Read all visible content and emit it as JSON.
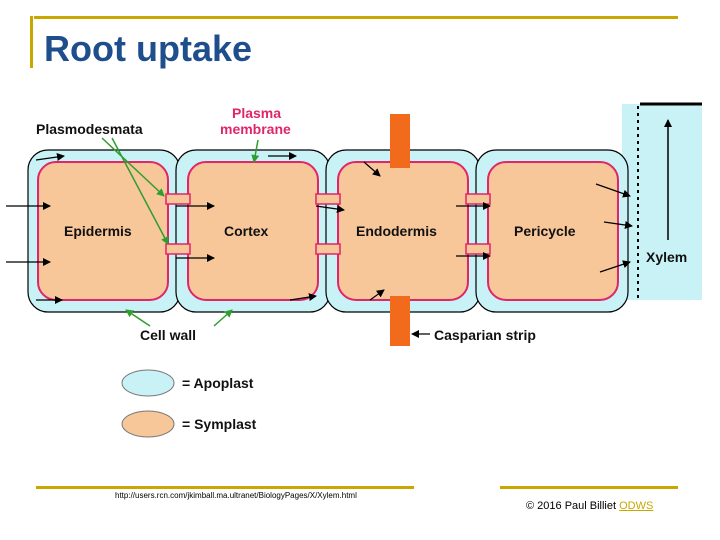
{
  "slide": {
    "title": "Root uptake",
    "source_url": "http://users.rcn.com/jkimball.ma.ultranet/BiologyPages/X/Xylem.html",
    "copyright": "© 2016 Paul Billiet ",
    "copyright_link": "ODWS"
  },
  "diagram": {
    "labels": {
      "plasmodesmata": "Plasmodesmata",
      "plasma_membrane_line1": "Plasma",
      "plasma_membrane_line2": "membrane",
      "epidermis": "Epidermis",
      "cortex": "Cortex",
      "endodermis": "Endodermis",
      "pericycle": "Pericycle",
      "xylem": "Xylem",
      "cell_wall": "Cell wall",
      "casparian_strip": "Casparian strip"
    },
    "legend": [
      {
        "label": "= Apoplast",
        "color": "#c9f2f6"
      },
      {
        "label": "= Symplast",
        "color": "#f7c79a"
      }
    ],
    "colors": {
      "apoplast": "#c9f2f6",
      "symplast": "#f7c79a",
      "membrane": "#e0256b",
      "casparian_strip": "#f26a1b",
      "arrow_green": "#2e9e2e",
      "accent_rule": "#c8a800"
    }
  }
}
